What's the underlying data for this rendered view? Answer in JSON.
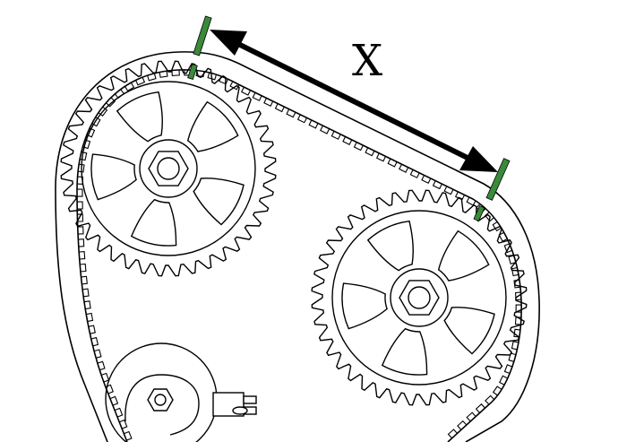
{
  "diagram": {
    "measurement_label": "X",
    "colors": {
      "line": "#000000",
      "marker": "#3a8a3a",
      "background": "#ffffff"
    },
    "gears": [
      {
        "name": "upper-left-gear",
        "teeth": 40,
        "spokes": 5
      },
      {
        "name": "right-gear",
        "teeth": 40,
        "spokes": 5
      }
    ],
    "tensioner": {
      "name": "tensioner-pulley"
    }
  }
}
